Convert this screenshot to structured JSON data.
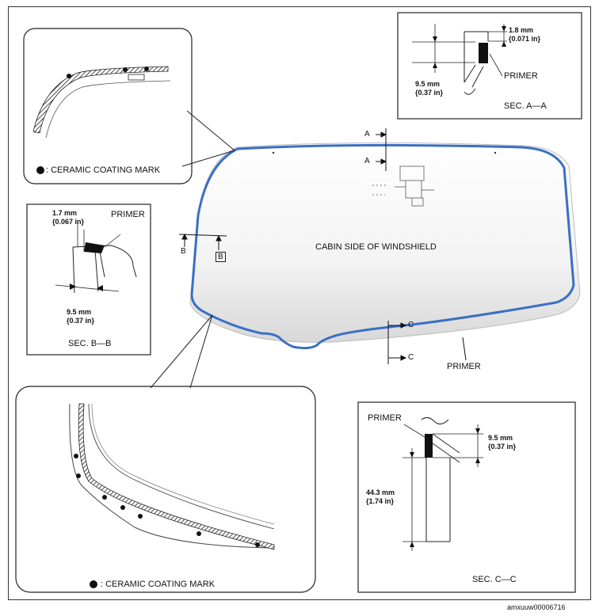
{
  "figure_id": "amxuuw00006716",
  "main": {
    "caption": "CABIN SIDE OF WINDSHIELD",
    "primer_label": "PRIMER",
    "marker_A_top": "A",
    "marker_A_bottom": "A",
    "marker_B_left": "B",
    "marker_B_right": "B",
    "marker_C_top": "C",
    "marker_C_bottom": "C",
    "primer_color": "#3a6fc4"
  },
  "detail_top": {
    "legend": ": CERAMIC COATING MARK"
  },
  "detail_bottom": {
    "legend": ": CERAMIC COATING MARK"
  },
  "sec_aa": {
    "dim1_mm": "1.8 mm",
    "dim1_in": "{0.071 in}",
    "dim2_mm": "9.5 mm",
    "dim2_in": "{0.37 in}",
    "primer": "PRIMER",
    "title": "SEC. A—A"
  },
  "sec_bb": {
    "dim1_mm": "1.7 mm",
    "dim1_in": "{0.067 in}",
    "dim2_mm": "9.5 mm",
    "dim2_in": "{0.37 in}",
    "primer": "PRIMER",
    "title": "SEC. B—B"
  },
  "sec_cc": {
    "primer": "PRIMER",
    "dim1_mm": "9.5 mm",
    "dim1_in": "{0.37 in}",
    "dim2_mm": "44.3 mm",
    "dim2_in": "{1.74 in}",
    "title": "SEC. C—C"
  }
}
